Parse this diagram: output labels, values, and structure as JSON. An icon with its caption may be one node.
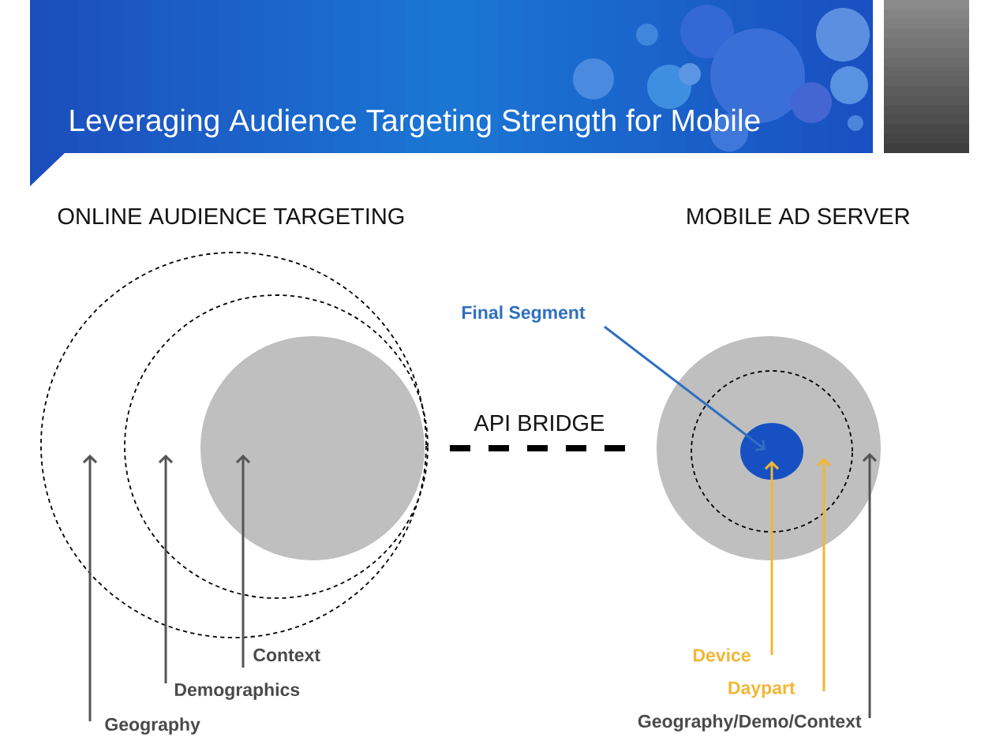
{
  "diagram": {
    "title": "Leveraging Audience Targeting Strength for Mobile",
    "nodes": [
      {
        "text": [],
        "shape": "circle"
      },
      {
        "text": [],
        "shape": "circle",
        "in": 0
      },
      {
        "text": [],
        "shape": "circle",
        "in": 1
      },
      {
        "text": [
          "Final Segment"
        ]
      },
      {
        "text": [],
        "shape": "circle"
      },
      {
        "text": [],
        "shape": "circle",
        "in": 4
      },
      {
        "text": [],
        "shape": "circle",
        "in": 5
      },
      {
        "text": [
          "Context"
        ]
      },
      {
        "text": [
          "Device"
        ]
      },
      {
        "text": [
          "Demographics"
        ]
      },
      {
        "text": [
          "Daypart"
        ]
      },
      {
        "text": [
          "Geography"
        ]
      },
      {
        "text": [
          "Geography/Demo/Context"
        ]
      }
    ],
    "edges": [
      {
        "from": 11,
        "to": 0,
        "arrow": "to"
      },
      {
        "from": 9,
        "to": 1,
        "arrow": "to"
      },
      {
        "from": 7,
        "to": 2,
        "arrow": "to"
      },
      {
        "from": 3,
        "to": 6,
        "arrow": "to",
        "color": "#2f6fc0"
      },
      {
        "from": 8,
        "to": 6,
        "arrow": "to",
        "color": "#f2b633"
      },
      {
        "from": 10,
        "to": 5,
        "arrow": "to",
        "color": "#f2b633"
      },
      {
        "from": 12,
        "to": 4,
        "arrow": "to"
      }
    ],
    "labels": [
      "ONLINE AUDIENCE TARGETING",
      "MOBILE AD SERVER",
      "API BRIDGE"
    ]
  }
}
